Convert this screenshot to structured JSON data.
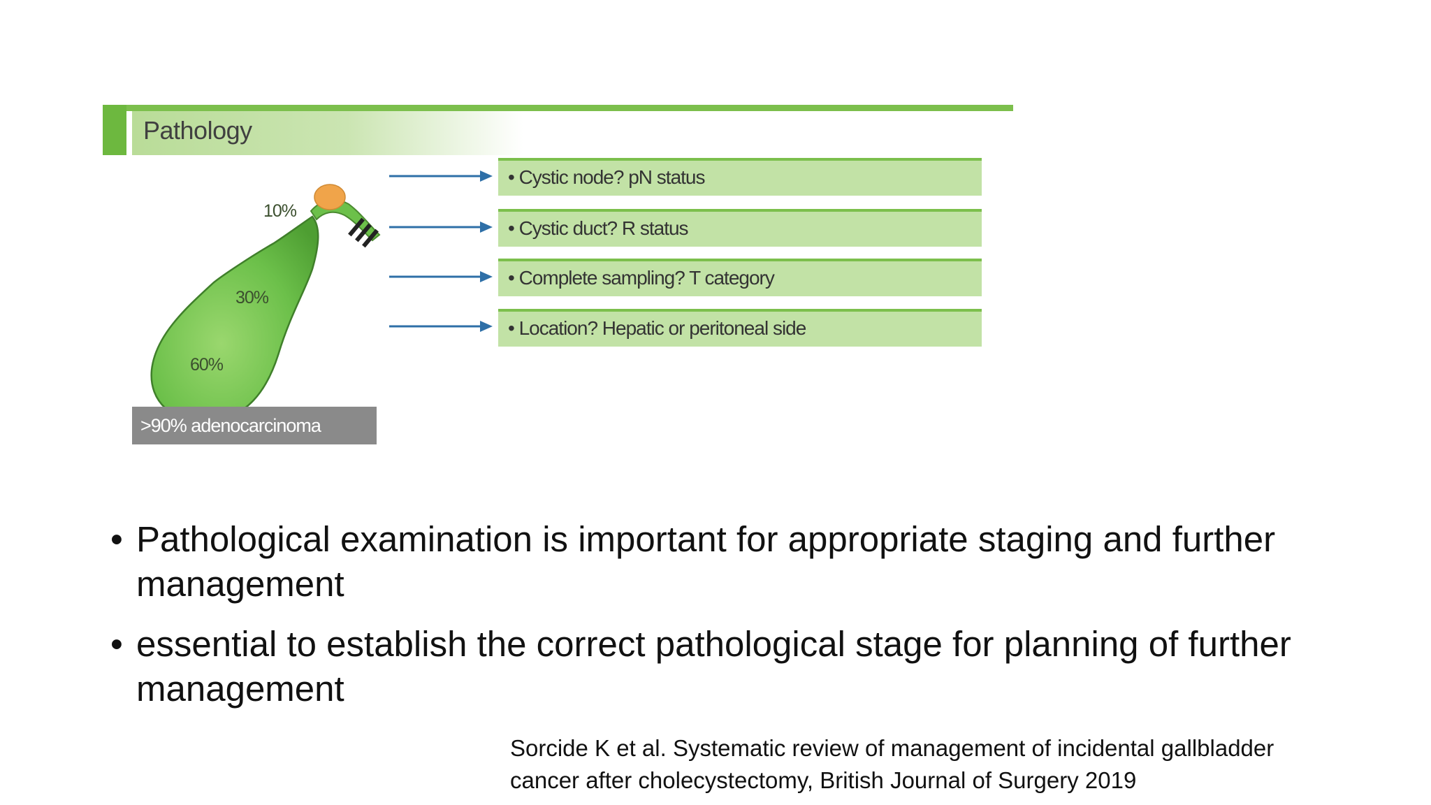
{
  "figure": {
    "header": {
      "title": "Pathology"
    },
    "percentages": {
      "p10": "10%",
      "p30": "30%",
      "p60": "60%"
    },
    "footer_label": ">90% adenocarcinoma",
    "items": [
      "• Cystic node?  pN status",
      "• Cystic duct?  R status",
      "• Complete sampling?  T category",
      "• Location? Hepatic or peritoneal side"
    ],
    "colors": {
      "gallbladder": "#6cc04a",
      "node": "#f0a44a",
      "box": "#c2e2a6",
      "arrow": "#2e6fa7",
      "label_box": "#8a8a8a"
    }
  },
  "bullets": {
    "marker": "•",
    "items": [
      "Pathological examination is important for appropriate staging and further management",
      "essential to establish the correct pathological stage for planning of further management"
    ]
  },
  "citation": {
    "line1": "Sorcide K et al. Systematic review of management of incidental gallbladder",
    "line2": "cancer after cholecystectomy, British Journal of Surgery 2019"
  }
}
